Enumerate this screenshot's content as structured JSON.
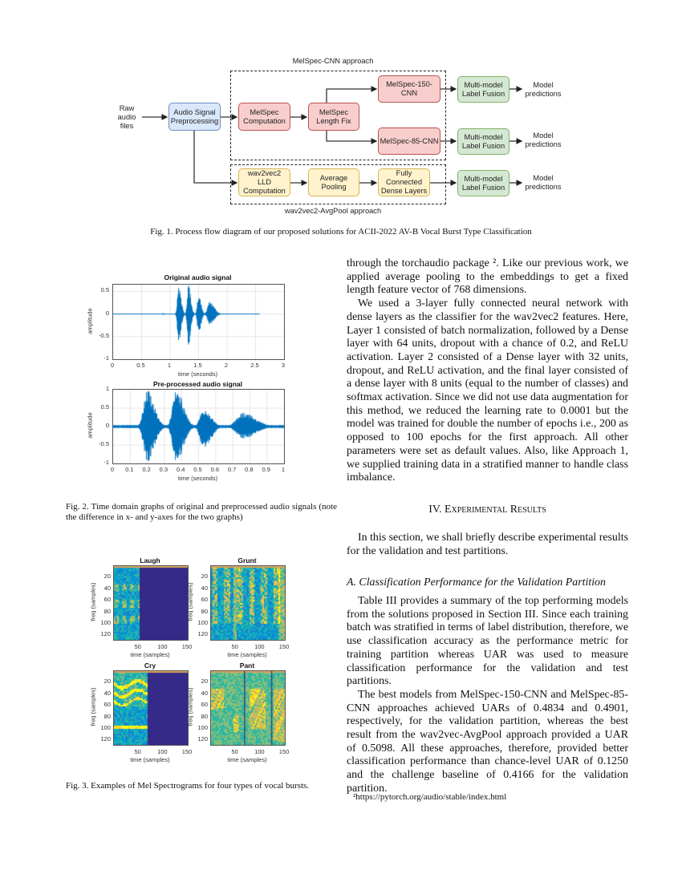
{
  "fig1": {
    "top_group_label": "MelSpec-CNN approach",
    "bottom_group_label": "wav2vec2-AvgPool approach",
    "input_label": "Raw\naudio\nfiles",
    "boxes": {
      "preprocessing": "Audio Signal\nPreprocessing",
      "melspec_computation": "MelSpec\nComputation",
      "melspec_length_fix": "MelSpec\nLength Fix",
      "melspec_150_cnn": "MelSpec-150-CNN",
      "melspec_85_cnn": "MelSpec-85-CNN",
      "wav2vec2_lld": "wav2vec2\nLLD\nComputation",
      "average_pooling": "Average\nPooling",
      "dense_layers": "Fully Connected\nDense Layers",
      "fusion": "Multi-model\nLabel Fusion"
    },
    "output_label": "Model\npredictions",
    "caption": "Fig. 1.  Process flow diagram of our proposed solutions for ACII-2022 AV-B Vocal Burst Type Classification",
    "colors": {
      "blue": "#dae8fc",
      "red": "#f8cecc",
      "yellow": "#fff2cc",
      "green": "#d5e8d4"
    }
  },
  "fig2": {
    "plots": [
      {
        "title": "Original audio signal",
        "xlabel": "time (seconds)",
        "ylabel": "amplitude",
        "xticks": [
          "0",
          "0.5",
          "1",
          "1.5",
          "2",
          "2.5",
          "3"
        ],
        "yticks": [
          "0.5",
          "0",
          "-0.5",
          "-1"
        ]
      },
      {
        "title": "Pre-processed audio signal",
        "xlabel": "time (seconds)",
        "ylabel": "amplitude",
        "xticks": [
          "0",
          "0.1",
          "0.2",
          "0.3",
          "0.4",
          "0.5",
          "0.6",
          "0.7",
          "0.8",
          "0.9",
          "1"
        ],
        "yticks": [
          "1",
          "0.5",
          "0",
          "-0.5",
          "-1"
        ]
      }
    ],
    "caption": "Fig. 2.  Time domain graphs of original and preprocessed audio signals (note the difference in x- and y-axes for the two graphs)",
    "line_color": "#0072bd"
  },
  "fig3": {
    "panels": [
      {
        "title": "Laugh"
      },
      {
        "title": "Grunt"
      },
      {
        "title": "Cry"
      },
      {
        "title": "Pant"
      }
    ],
    "xlabel": "time (samples)",
    "ylabel": "freq (samples)",
    "xticks": [
      "50",
      "100",
      "150"
    ],
    "yticks": [
      "20",
      "40",
      "60",
      "80",
      "100",
      "120"
    ],
    "caption": "Fig. 3.  Examples of Mel Spectrograms for four types of vocal bursts."
  },
  "right_column": {
    "para1": "through the torchaudio package ². Like our previous work, we applied average pooling to the embeddings to get a fixed length feature vector of 768 dimensions.",
    "para2": "We used a 3-layer fully connected neural network with dense layers as the classifier for the wav2vec2 features. Here, Layer 1 consisted of batch normalization, followed by a Dense layer with 64 units, dropout with a chance of 0.2, and ReLU activation. Layer 2 consisted of a Dense layer with 32 units, dropout, and ReLU activation, and the final layer consisted of a dense layer with 8 units (equal to the number of classes) and softmax activation. Since we did not use data augmentation for this method, we reduced the learning rate to 0.0001 but the model was trained for double the number of epochs i.e., 200 as opposed to 100 epochs for the first approach. All other parameters were set as default values. Also, like Approach 1, we supplied training data in a stratified manner to handle class imbalance.",
    "section_heading": "IV. Experimental Results",
    "para3": "In this section, we shall briefly describe experimental results for the validation and test partitions.",
    "subsection_heading": "A. Classification Performance for the Validation Partition",
    "para4": "Table III provides a summary of the top performing models from the solutions proposed in Section III. Since each training batch was stratified in terms of label distribution, therefore, we use classification accuracy as the performance metric for training partition whereas UAR was used to measure classification performance for the validation and test partitions.",
    "para5": "The best models from MelSpec-150-CNN and MelSpec-85-CNN approaches achieved UARs of 0.4834 and 0.4901, respectively, for the validation partition, whereas the best result from the wav2vec-AvgPool approach provided a UAR of 0.5098. All these approaches, therefore, provided better classification performance than chance-level UAR of 0.1250 and the challenge baseline of 0.4166 for the validation partition.",
    "footnote": "²https://pytorch.org/audio/stable/index.html"
  }
}
